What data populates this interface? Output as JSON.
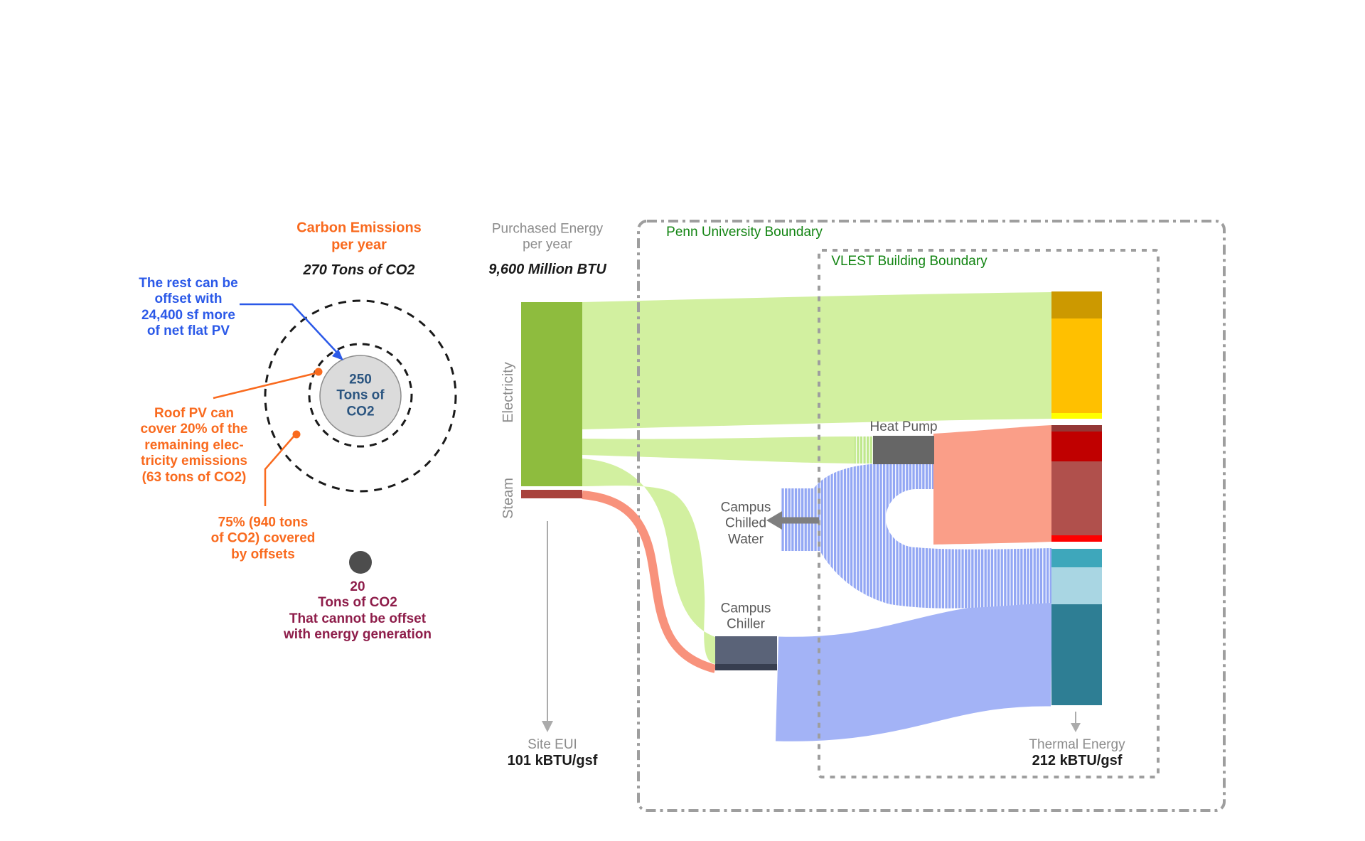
{
  "carbon_diagram": {
    "title": [
      "Carbon Emissions",
      "per year"
    ],
    "total_value": "270 Tons of CO2",
    "offset_note": [
      "The rest can be",
      "offset with",
      "24,400 sf more",
      "of net flat PV"
    ],
    "roof_pv_note": [
      "Roof PV can",
      "cover 20% of the",
      "remaining elec-",
      "tricity emissions",
      "(63 tons of CO2)"
    ],
    "offsets_note": [
      "75% (940 tons",
      "of CO2) covered",
      "by offsets"
    ],
    "inner_circle_value": [
      "250",
      "Tons of",
      "CO2"
    ],
    "cannot_offset_note": [
      "20",
      "Tons of CO2",
      "That cannot be offset",
      "with energy generation"
    ]
  },
  "sankey": {
    "purchased_title": [
      "Purchased Energy",
      "per year"
    ],
    "purchased_value": "9,600 Million BTU",
    "sources": {
      "electricity": "Electricity",
      "steam": "Steam"
    },
    "boundaries": {
      "penn": "Penn University Boundary",
      "vlest": "VLEST Building Boundary"
    },
    "nodes": {
      "heat_pump": "Heat Pump",
      "campus_chilled_water": [
        "Campus",
        "Chilled",
        "Water"
      ],
      "campus_chiller": [
        "Campus",
        "Chiller"
      ]
    },
    "site_eui": {
      "label": "Site EUI",
      "value": "101 kBTU/gsf"
    },
    "thermal_energy": {
      "label": "Thermal Energy",
      "value": "212 kBTU/gsf"
    }
  },
  "colors": {
    "electricity_bar": "#8EBC3E",
    "steam_bar": "#A8423C",
    "green_flow": "#D2F0A0",
    "salmon_flow": "#FA9E88",
    "steam_curve": "#F8927C",
    "blue_flow": "#A3B3F6",
    "hatch_blue": "#93A7F4",
    "heat_pump_box": "#666666",
    "chiller_box": "#5A6378",
    "chiller_strip": "#373E50",
    "end_blocks": [
      "#CC9900",
      "#FFC000",
      "#FFFF00",
      "#943735",
      "#C00000",
      "#B0504C",
      "#FF0000",
      "#3EA7BB",
      "#A9D6E3",
      "#2E7E94"
    ],
    "boundary_gray": "#9E9E9E",
    "accent_orange": "#F96A1E",
    "accent_blue": "#2B59E8",
    "accent_maroon": "#8E1D4A",
    "label_green": "#128412"
  }
}
